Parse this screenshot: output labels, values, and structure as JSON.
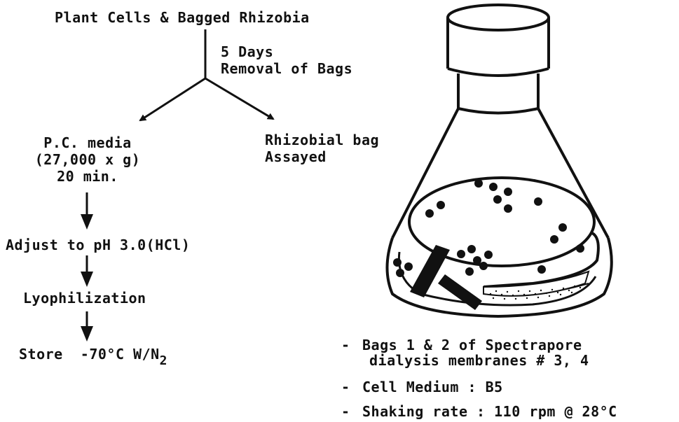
{
  "flowchart": {
    "top": "Plant Cells & Bagged Rhizobia",
    "split_label_1": "5 Days",
    "split_label_2": "Removal of Bags",
    "left_branch": [
      "P.C. media",
      "(27,000 x g)",
      "20 min."
    ],
    "right_branch": [
      "Rhizobial bag",
      "Assayed"
    ],
    "steps": [
      "Adjust to pH 3.0(HCl)",
      "Lyophilization"
    ],
    "store_prefix": "Store  -70°C W/N",
    "store_subscript": "2"
  },
  "flask_notes": [
    {
      "bullet": "-",
      "lines": [
        "Bags 1 & 2 of Spectrapore",
        "dialysis membranes # 3, 4"
      ]
    },
    {
      "bullet": "-",
      "lines": [
        "Cell Medium : B5"
      ]
    },
    {
      "bullet": "-",
      "lines": [
        "Shaking rate : 110 rpm @ 28°C"
      ]
    }
  ]
}
